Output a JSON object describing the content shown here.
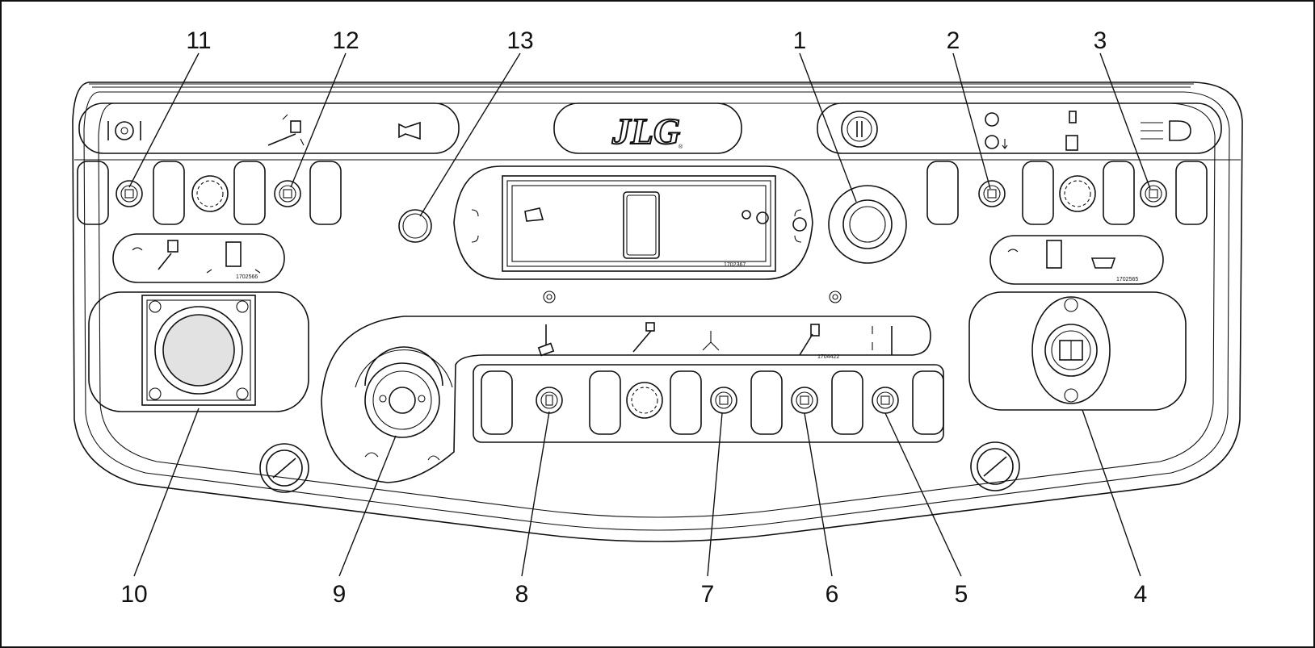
{
  "callouts": [
    {
      "label": "11"
    },
    {
      "label": "12"
    },
    {
      "label": "13"
    },
    {
      "label": "1"
    },
    {
      "label": "2"
    },
    {
      "label": "3"
    },
    {
      "label": "10"
    },
    {
      "label": "9"
    },
    {
      "label": "8"
    },
    {
      "label": "7"
    },
    {
      "label": "6"
    },
    {
      "label": "5"
    },
    {
      "label": "4"
    }
  ],
  "decals": {
    "left_decal_code": "1702566",
    "display_decal_code": "1702367",
    "function_decal_code": "1704422",
    "right_decal_code": "1702565"
  },
  "logo": {
    "text": "JLG",
    "mark": "®"
  },
  "colors": {
    "ink": "#111111",
    "joystick_fill": "#e2e2e2",
    "background": "#ffffff"
  }
}
